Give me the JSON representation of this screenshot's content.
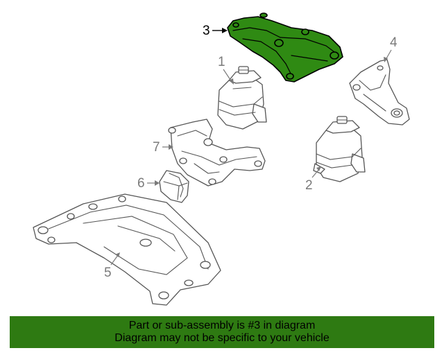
{
  "diagram": {
    "callouts": [
      {
        "id": "1",
        "label": "1",
        "highlighted": false
      },
      {
        "id": "2",
        "label": "2",
        "highlighted": false
      },
      {
        "id": "3",
        "label": "3",
        "highlighted": true
      },
      {
        "id": "4",
        "label": "4",
        "highlighted": false
      },
      {
        "id": "5",
        "label": "5",
        "highlighted": false
      },
      {
        "id": "6",
        "label": "6",
        "highlighted": false
      },
      {
        "id": "7",
        "label": "7",
        "highlighted": false
      }
    ]
  },
  "banner": {
    "line1": "Part or sub-assembly is #3 in diagram",
    "line2": "Diagram may not be specific to your vehicle"
  },
  "colors": {
    "highlight_part": "#2f8a13",
    "banner_background": "#2e7a12",
    "line_art": "#555555",
    "callout_text": "#7a7a7a"
  }
}
